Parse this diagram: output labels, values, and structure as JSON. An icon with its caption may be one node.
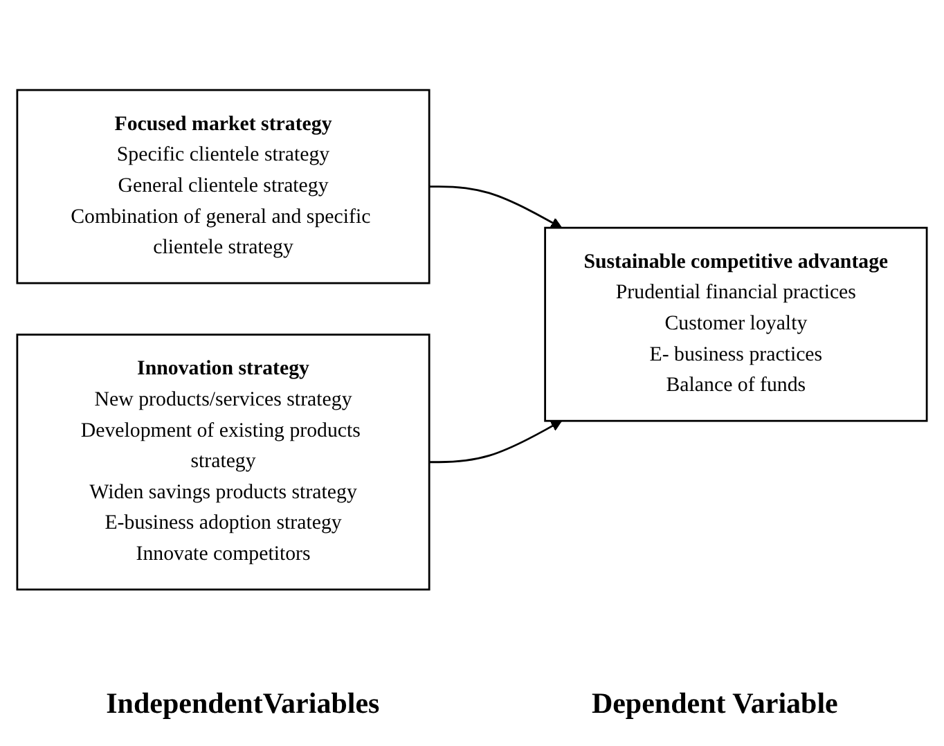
{
  "diagram": {
    "nodes": [
      {
        "text": [
          "Focused market strategy",
          "Specific clientele strategy",
          "General clientele strategy",
          "Combination of general and specific clientele strategy"
        ]
      },
      {
        "text": [
          "Innovation strategy",
          "New products/services strategy",
          "Development of existing products strategy",
          "Widen savings products strategy",
          "E-business adoption strategy",
          "Innovate competitors"
        ]
      },
      {
        "text": [
          "Sustainable competitive advantage",
          "Prudential financial practices",
          "Customer loyalty",
          "E- business practices",
          "Balance of funds"
        ]
      }
    ],
    "edges": [
      {
        "from": 0,
        "to": 2,
        "arrow": "to"
      },
      {
        "from": 1,
        "to": 2,
        "arrow": "to"
      }
    ],
    "labels": [
      "IndependentVariables",
      "Dependent Variable"
    ]
  }
}
